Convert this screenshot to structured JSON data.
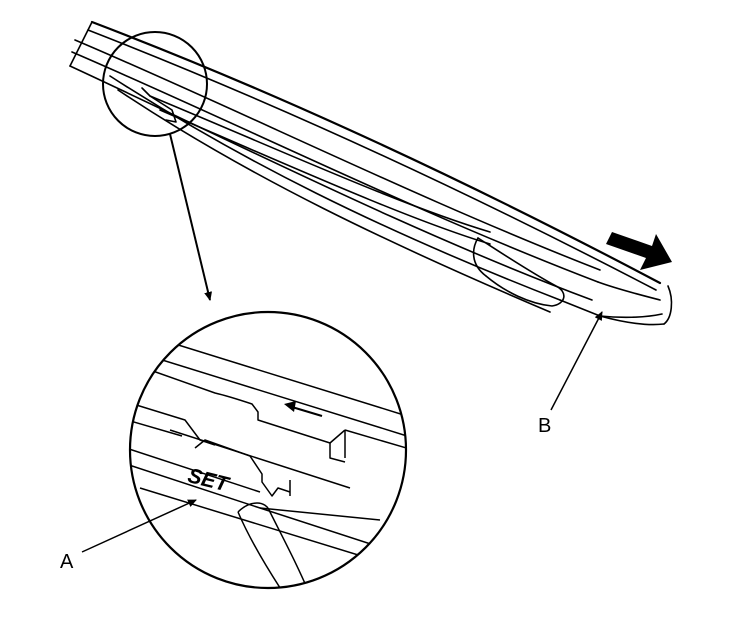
{
  "labels": {
    "a": "A",
    "b": "B",
    "set_mark": "SET"
  },
  "colors": {
    "line": "#000000",
    "background": "#ffffff"
  },
  "icons": {
    "direction_arrow": "bold-right-arrow",
    "inset_arrow": "left-arrow"
  }
}
